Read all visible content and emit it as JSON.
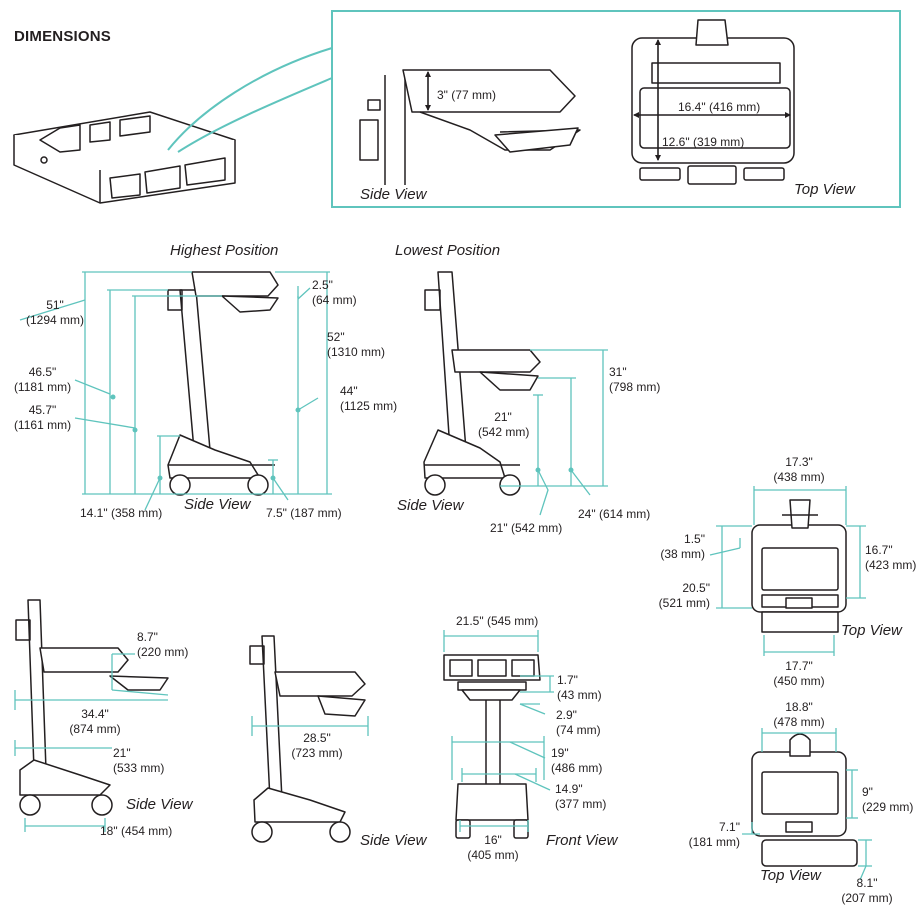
{
  "title": "DIMENSIONS",
  "accent_color": "#5fc4bd",
  "line_color": "#231f20",
  "captions": {
    "inset_side": "Side View",
    "inset_top": "Top View",
    "highest": "Highest Position",
    "lowest": "Lowest Position",
    "side1": "Side View",
    "side2": "Side View",
    "side3": "Side View",
    "side4": "Side View",
    "front": "Front View",
    "top1": "Top View",
    "top2": "Top View"
  },
  "dims": {
    "inset_3in": "3\" (77 mm)",
    "inset_16_4": "16.4\" (416 mm)",
    "inset_12_6": "12.6\" (319 mm)",
    "h51": [
      "51\"",
      "(1294 mm)"
    ],
    "h46_5": [
      "46.5\"",
      "(1181 mm)"
    ],
    "h45_7": [
      "45.7\"",
      "(1161 mm)"
    ],
    "h2_5": [
      "2.5\"",
      "(64 mm)"
    ],
    "h52": [
      "52\"",
      "(1310 mm)"
    ],
    "h44": [
      "44\"",
      "(1125 mm)"
    ],
    "h14_1": "14.1\" (358 mm)",
    "h7_5": "7.5\" (187 mm)",
    "l31": [
      "31\"",
      "(798 mm)"
    ],
    "l21a": [
      "21\"",
      "(542 mm)"
    ],
    "l21b": "21\" (542 mm)",
    "l24": "24\" (614 mm)",
    "t17_3": [
      "17.3\"",
      "(438 mm)"
    ],
    "t1_5": [
      "1.5\"",
      "(38 mm)"
    ],
    "t16_7": [
      "16.7\"",
      "(423 mm)"
    ],
    "t20_5": [
      "20.5\"",
      "(521 mm)"
    ],
    "t17_7": [
      "17.7\"",
      "(450 mm)"
    ],
    "s8_7": [
      "8.7\"",
      "(220 mm)"
    ],
    "s34_4": [
      "34.4\"",
      "(874 mm)"
    ],
    "s21": [
      "21\"",
      "(533 mm)"
    ],
    "s18": "18\" (454 mm)",
    "s28_5": [
      "28.5\"",
      "(723 mm)"
    ],
    "f21_5": "21.5\" (545 mm)",
    "f1_7": [
      "1.7\"",
      "(43 mm)"
    ],
    "f2_9": [
      "2.9\"",
      "(74 mm)"
    ],
    "f19": [
      "19\"",
      "(486 mm)"
    ],
    "f14_9": [
      "14.9\"",
      "(377 mm)"
    ],
    "f16": [
      "16\"",
      "(405 mm)"
    ],
    "b18_8": [
      "18.8\"",
      "(478 mm)"
    ],
    "b9": [
      "9\"",
      "(229 mm)"
    ],
    "b7_1": [
      "7.1\"",
      "(181 mm)"
    ],
    "b8_1": [
      "8.1\"",
      "(207 mm)"
    ]
  }
}
